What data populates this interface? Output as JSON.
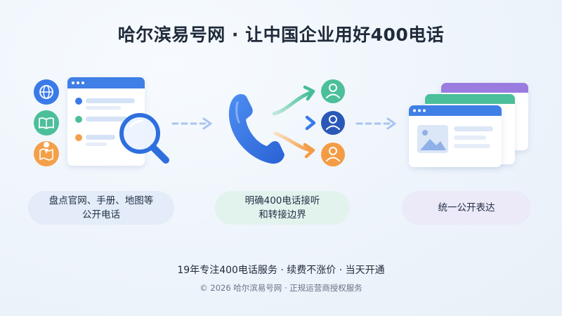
{
  "header": {
    "title": "哈尔滨易号网 · 让中国企业用好400电话"
  },
  "steps": [
    {
      "line1": "盘点官网、手册、地图等",
      "line2": "公开电话"
    },
    {
      "line1": "明确400电话接听",
      "line2": "和转接边界"
    },
    {
      "line1": "统一公开表达",
      "line2": ""
    }
  ],
  "footer": {
    "tagline": "19年专注400电话服务 · 续费不涨价 · 当天开通",
    "copyright": "© 2026 哈尔滨易号网 · 正规运营商授权服务"
  },
  "icons": [
    "globe-icon",
    "book-icon",
    "map-pin-icon",
    "magnifier-icon",
    "phone-icon",
    "person-icon",
    "image-icon",
    "arrow-right-icon"
  ],
  "colors": {
    "blue": "#3a7be8",
    "green": "#4cbf9a",
    "orange": "#f4a04a",
    "purple": "#9a7ce0",
    "navy": "#2a58b8"
  }
}
